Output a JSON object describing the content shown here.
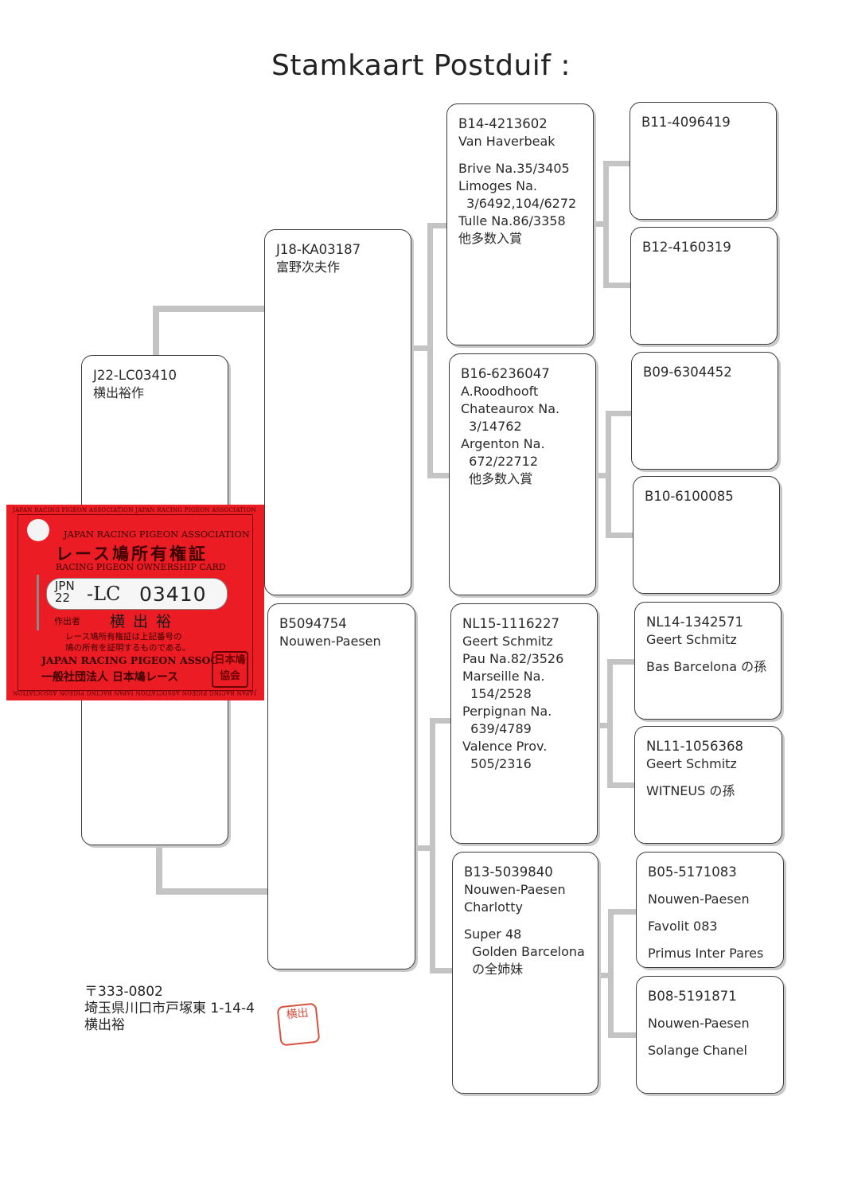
{
  "title": "Stamkaart Postduif :",
  "subject": {
    "ring": "J22-LC03410",
    "lines": [
      "横出裕作"
    ]
  },
  "sire": {
    "ring": "J18-KA03187",
    "lines": [
      "富野次夫作"
    ]
  },
  "dam": {
    "ring": "B5094754",
    "lines": [
      "Nouwen-Paesen"
    ]
  },
  "sire_sire": {
    "ring": "B14-4213602",
    "lines": [
      "Van Haverbeak",
      "",
      "Brive Na.35/3405",
      "Limoges Na.",
      "  3/6492,104/6272",
      "Tulle Na.86/3358",
      "他多数入賞"
    ]
  },
  "sire_dam": {
    "ring": "B16-6236047",
    "lines": [
      "A.Roodhooft",
      "Chateaurox Na.",
      "  3/14762",
      "Argenton Na.",
      "  672/22712",
      "  他多数入賞"
    ]
  },
  "dam_sire": {
    "ring": "NL15-1116227",
    "lines": [
      "Geert Schmitz",
      "Pau Na.82/3526",
      "Marseille Na.",
      "  154/2528",
      "Perpignan Na.",
      "  639/4789",
      "Valence Prov.",
      "  505/2316"
    ]
  },
  "dam_dam": {
    "ring": "B13-5039840",
    "lines": [
      "Nouwen-Paesen",
      "Charlotty",
      "",
      "Super 48",
      "  Golden Barcelona",
      "  の全姉妹"
    ]
  },
  "gp1": {
    "ring": "B11-4096419",
    "lines": []
  },
  "gp2": {
    "ring": "B12-4160319",
    "lines": []
  },
  "gp3": {
    "ring": "B09-6304452",
    "lines": []
  },
  "gp4": {
    "ring": "B10-6100085",
    "lines": []
  },
  "gp5": {
    "ring": "NL14-1342571",
    "lines": [
      "Geert Schmitz",
      "",
      "Bas Barcelona の孫"
    ]
  },
  "gp6": {
    "ring": "NL11-1056368",
    "lines": [
      "Geert Schmitz",
      "",
      "WITNEUS の孫"
    ]
  },
  "gp7": {
    "ring": "B05-5171083",
    "lines": [
      "",
      "Nouwen-Paesen",
      "",
      "Favolit 083",
      "",
      "Primus Inter Pares"
    ]
  },
  "gp8": {
    "ring": "B08-5191871",
    "lines": [
      "",
      "Nouwen-Paesen",
      "",
      "Solange Chanel"
    ]
  },
  "card": {
    "edge_text": "JAPAN RACING PIGEON ASSOCIATION JAPAN RACING PIGEON ASSOCIATION",
    "assoc_en": "JAPAN RACING PIGEON ASSOCIATION",
    "title_jp": "レース鳩所有権証",
    "title_en": "RACING PIGEON OWNERSHIP CARD",
    "country": "JPN",
    "year": "22",
    "class": "-LC",
    "number": "03410",
    "owner_label": "作出者",
    "owner_sig": "横出裕",
    "note_1": "レース鳩所有権証は上記番号の",
    "note_2": "鳩の所有を証明するものである。",
    "assoc_en_2": "JAPAN RACING PIGEON ASSOC",
    "assoc_jp": "一般社団法人 日本鳩レース",
    "stamp": "日本鳩協会"
  },
  "address": {
    "postal": "〒333-0802",
    "street": "埼玉県川口市戸塚東 1-14-4",
    "name": "横出裕"
  },
  "hanko": "横出"
}
